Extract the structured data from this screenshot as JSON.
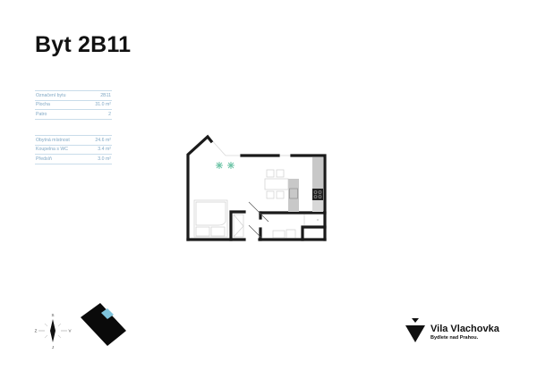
{
  "header": {
    "title": "Byt 2B11"
  },
  "info": {
    "general": [
      {
        "label": "Označení bytu",
        "value": "2B11"
      },
      {
        "label": "Plocha",
        "value": "31.0 m²"
      },
      {
        "label": "Patro",
        "value": "2"
      }
    ],
    "rooms": [
      {
        "label": "Obytná místnost",
        "value": "24.6 m²"
      },
      {
        "label": "Koupelna s WC",
        "value": "3.4 m²"
      },
      {
        "label": "Předsíň",
        "value": "3.0 m²"
      }
    ]
  },
  "compass": {
    "north": "S",
    "west": "Z",
    "east": "V",
    "south": "J"
  },
  "brand": {
    "name": "Vila Vlachovka",
    "tagline": "Bydlete nad Prahou."
  },
  "colors": {
    "wall": "#1a1a1a",
    "table_text": "#7fa7c4",
    "table_line": "#c9dcea",
    "plant": "#6cc3a6",
    "counter": "#c8c8c8",
    "highlight": "#7fc4dc"
  }
}
